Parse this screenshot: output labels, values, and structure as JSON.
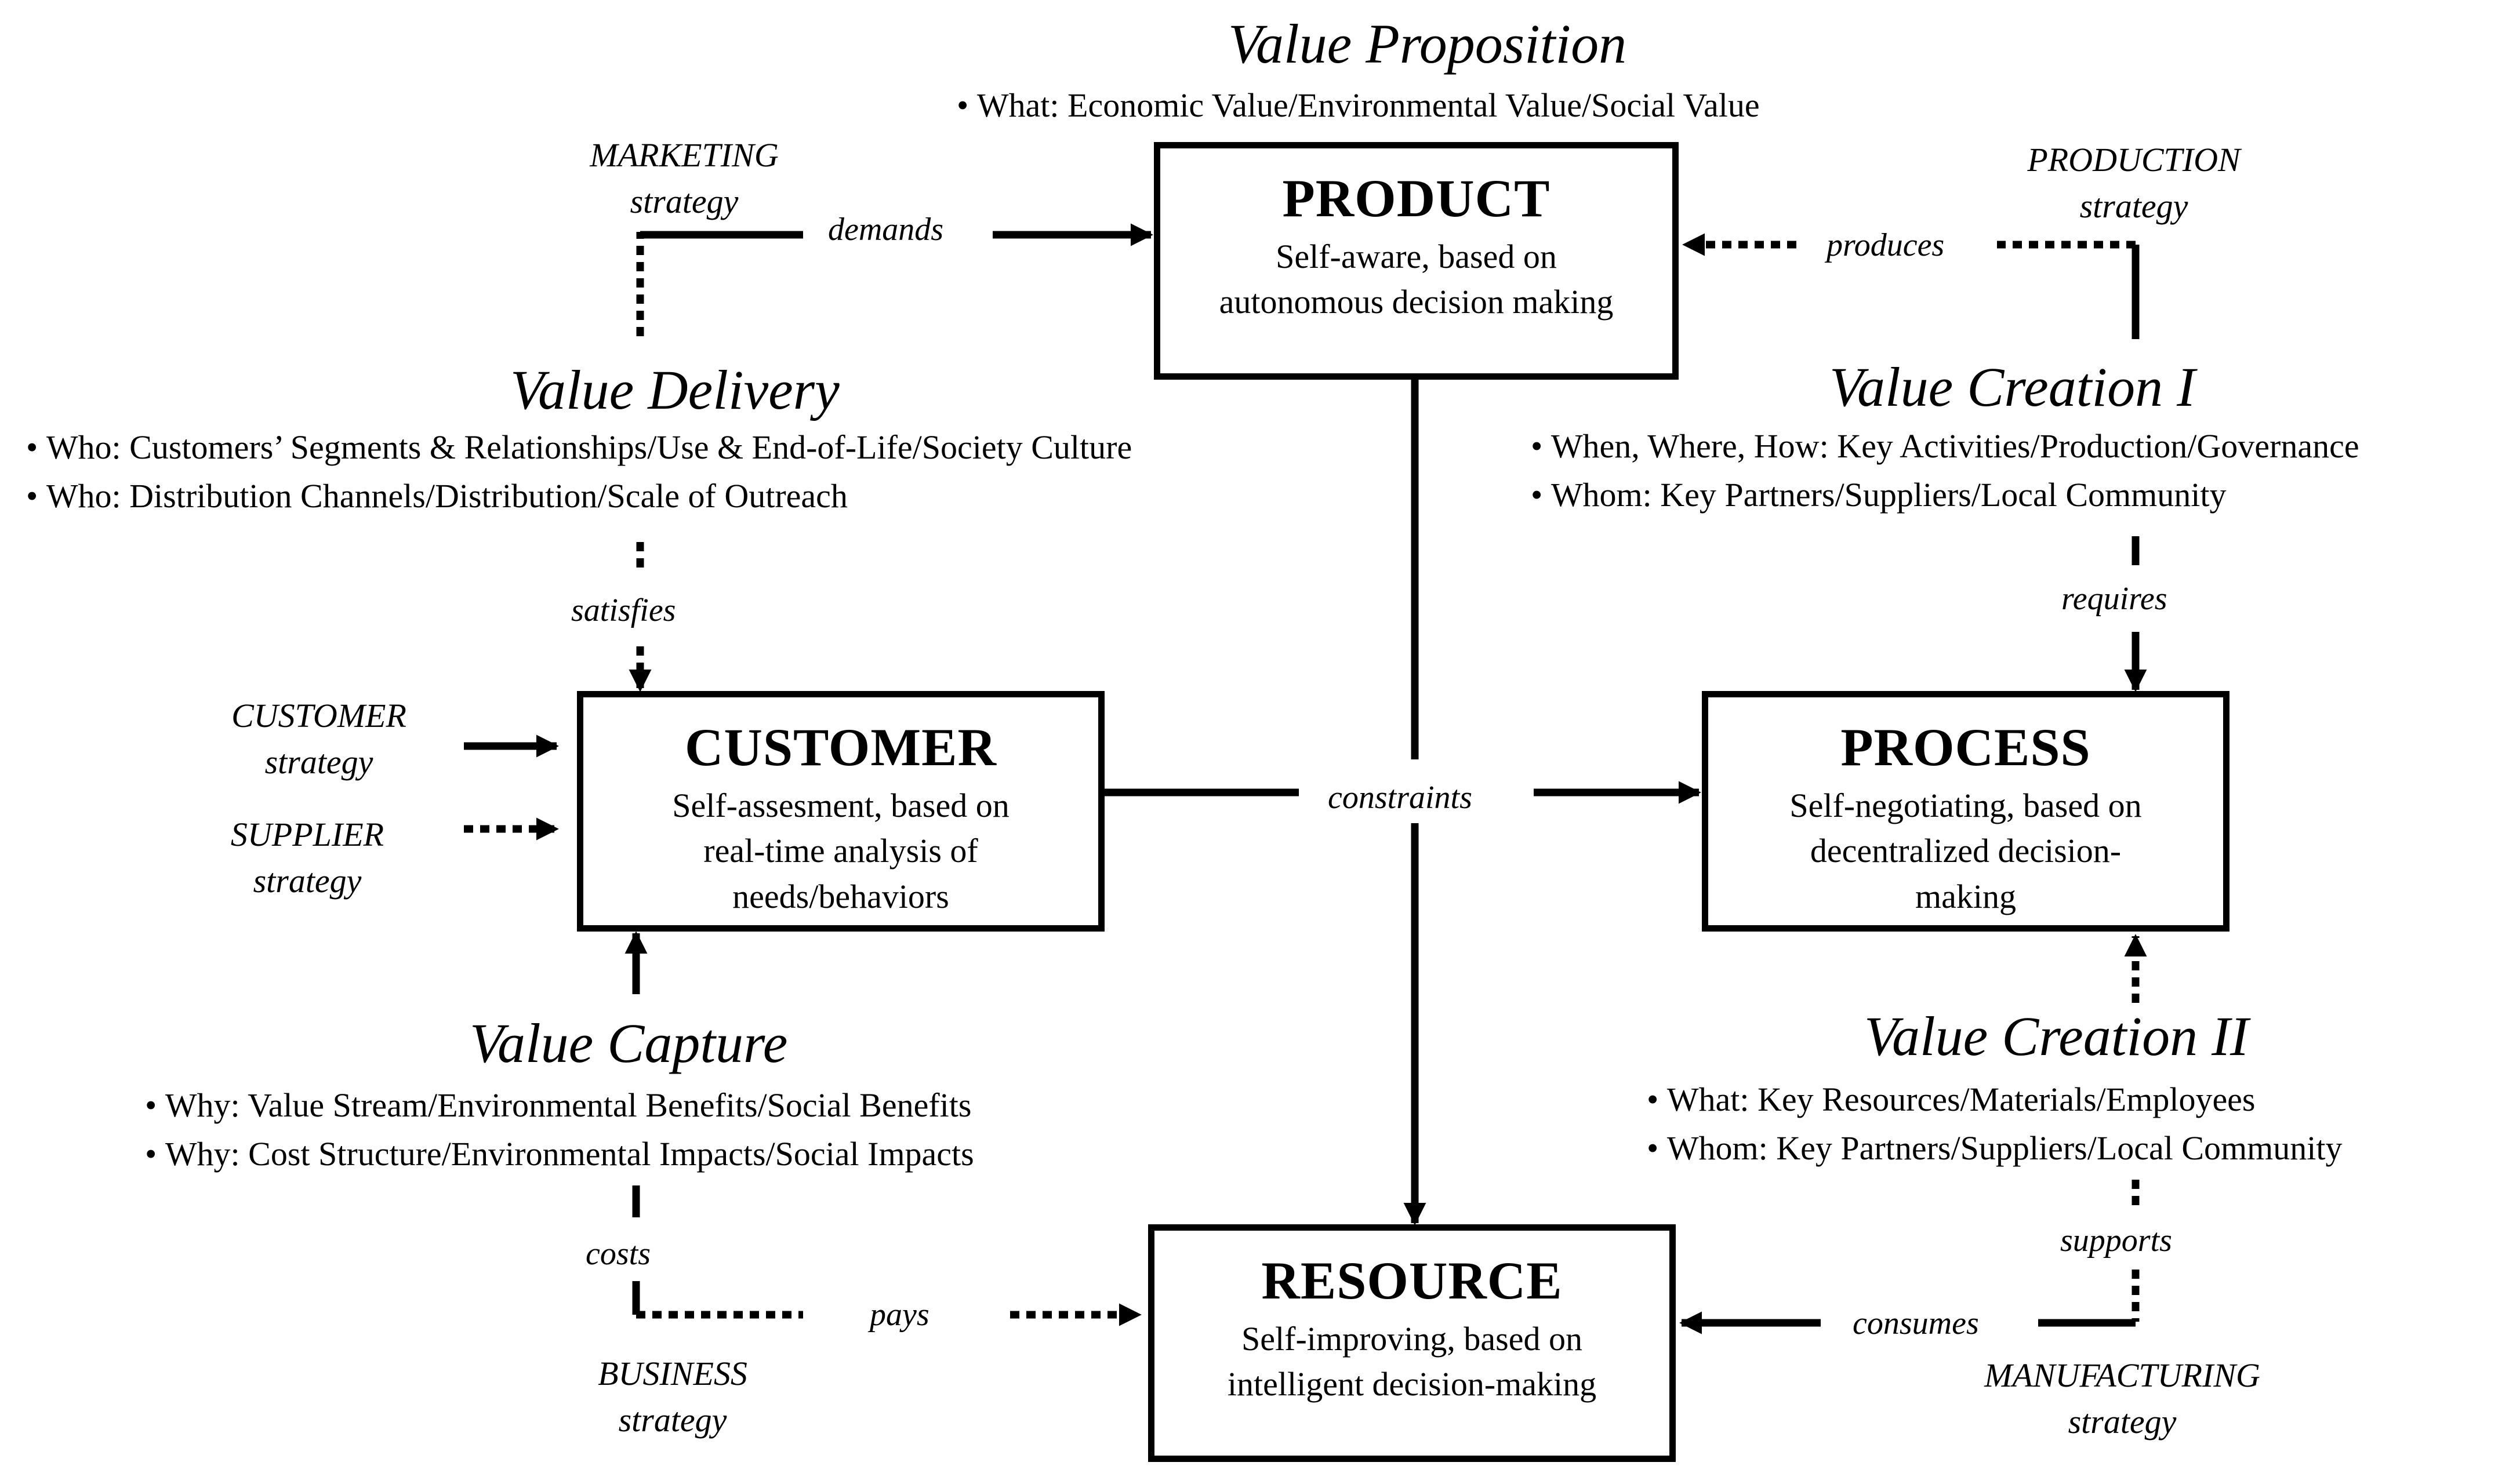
{
  "boxes": {
    "product": {
      "title": "PRODUCT",
      "desc": [
        "Self-aware, based on",
        "autonomous decision making"
      ]
    },
    "customer": {
      "title": "CUSTOMER",
      "desc": [
        "Self-assesment, based on",
        "real-time analysis of",
        "needs/behaviors"
      ]
    },
    "process": {
      "title": "PROCESS",
      "desc": [
        "Self-negotiating, based on",
        "decentralized decision-",
        "making"
      ]
    },
    "resource": {
      "title": "RESOURCE",
      "desc": [
        "Self-improving, based on",
        "intelligent decision-making"
      ]
    }
  },
  "value_sections": {
    "proposition": {
      "heading": "Value Proposition",
      "bullets": [
        "What: Economic Value/Environmental Value/Social Value"
      ]
    },
    "delivery": {
      "heading": "Value Delivery",
      "bullets": [
        "Who: Customers’ Segments & Relationships/Use & End-of-Life/Society Culture",
        "Who: Distribution Channels/Distribution/Scale of Outreach"
      ]
    },
    "creation_1": {
      "heading": "Value Creation I",
      "bullets": [
        "When, Where, How: Key Activities/Production/Governance",
        "Whom: Key Partners/Suppliers/Local Community"
      ]
    },
    "capture": {
      "heading": "Value Capture",
      "bullets": [
        "Why: Value Stream/Environmental Benefits/Social Benefits",
        "Why: Cost Structure/Environmental Impacts/Social Impacts"
      ]
    },
    "creation_2": {
      "heading": "Value Creation II",
      "bullets": [
        "What: Key Resources/Materials/Employees",
        "Whom: Key Partners/Suppliers/Local Community"
      ]
    }
  },
  "strategies": {
    "marketing": [
      "MARKETING",
      "strategy"
    ],
    "production": [
      "PRODUCTION",
      "strategy"
    ],
    "customer": [
      "CUSTOMER",
      "strategy"
    ],
    "supplier": [
      "SUPPLIER",
      "strategy"
    ],
    "business": [
      "BUSINESS",
      "strategy"
    ],
    "manufacturing": [
      "MANUFACTURING",
      "strategy"
    ]
  },
  "relations": {
    "demands": "demands",
    "produces": "produces",
    "satisfies": "satisfies",
    "requires": "requires",
    "constraints": "constraints",
    "costs": "costs",
    "pays": "pays",
    "supports": "supports",
    "consumes": "consumes"
  },
  "colors": {
    "ink": "#000000",
    "background": "#ffffff"
  }
}
